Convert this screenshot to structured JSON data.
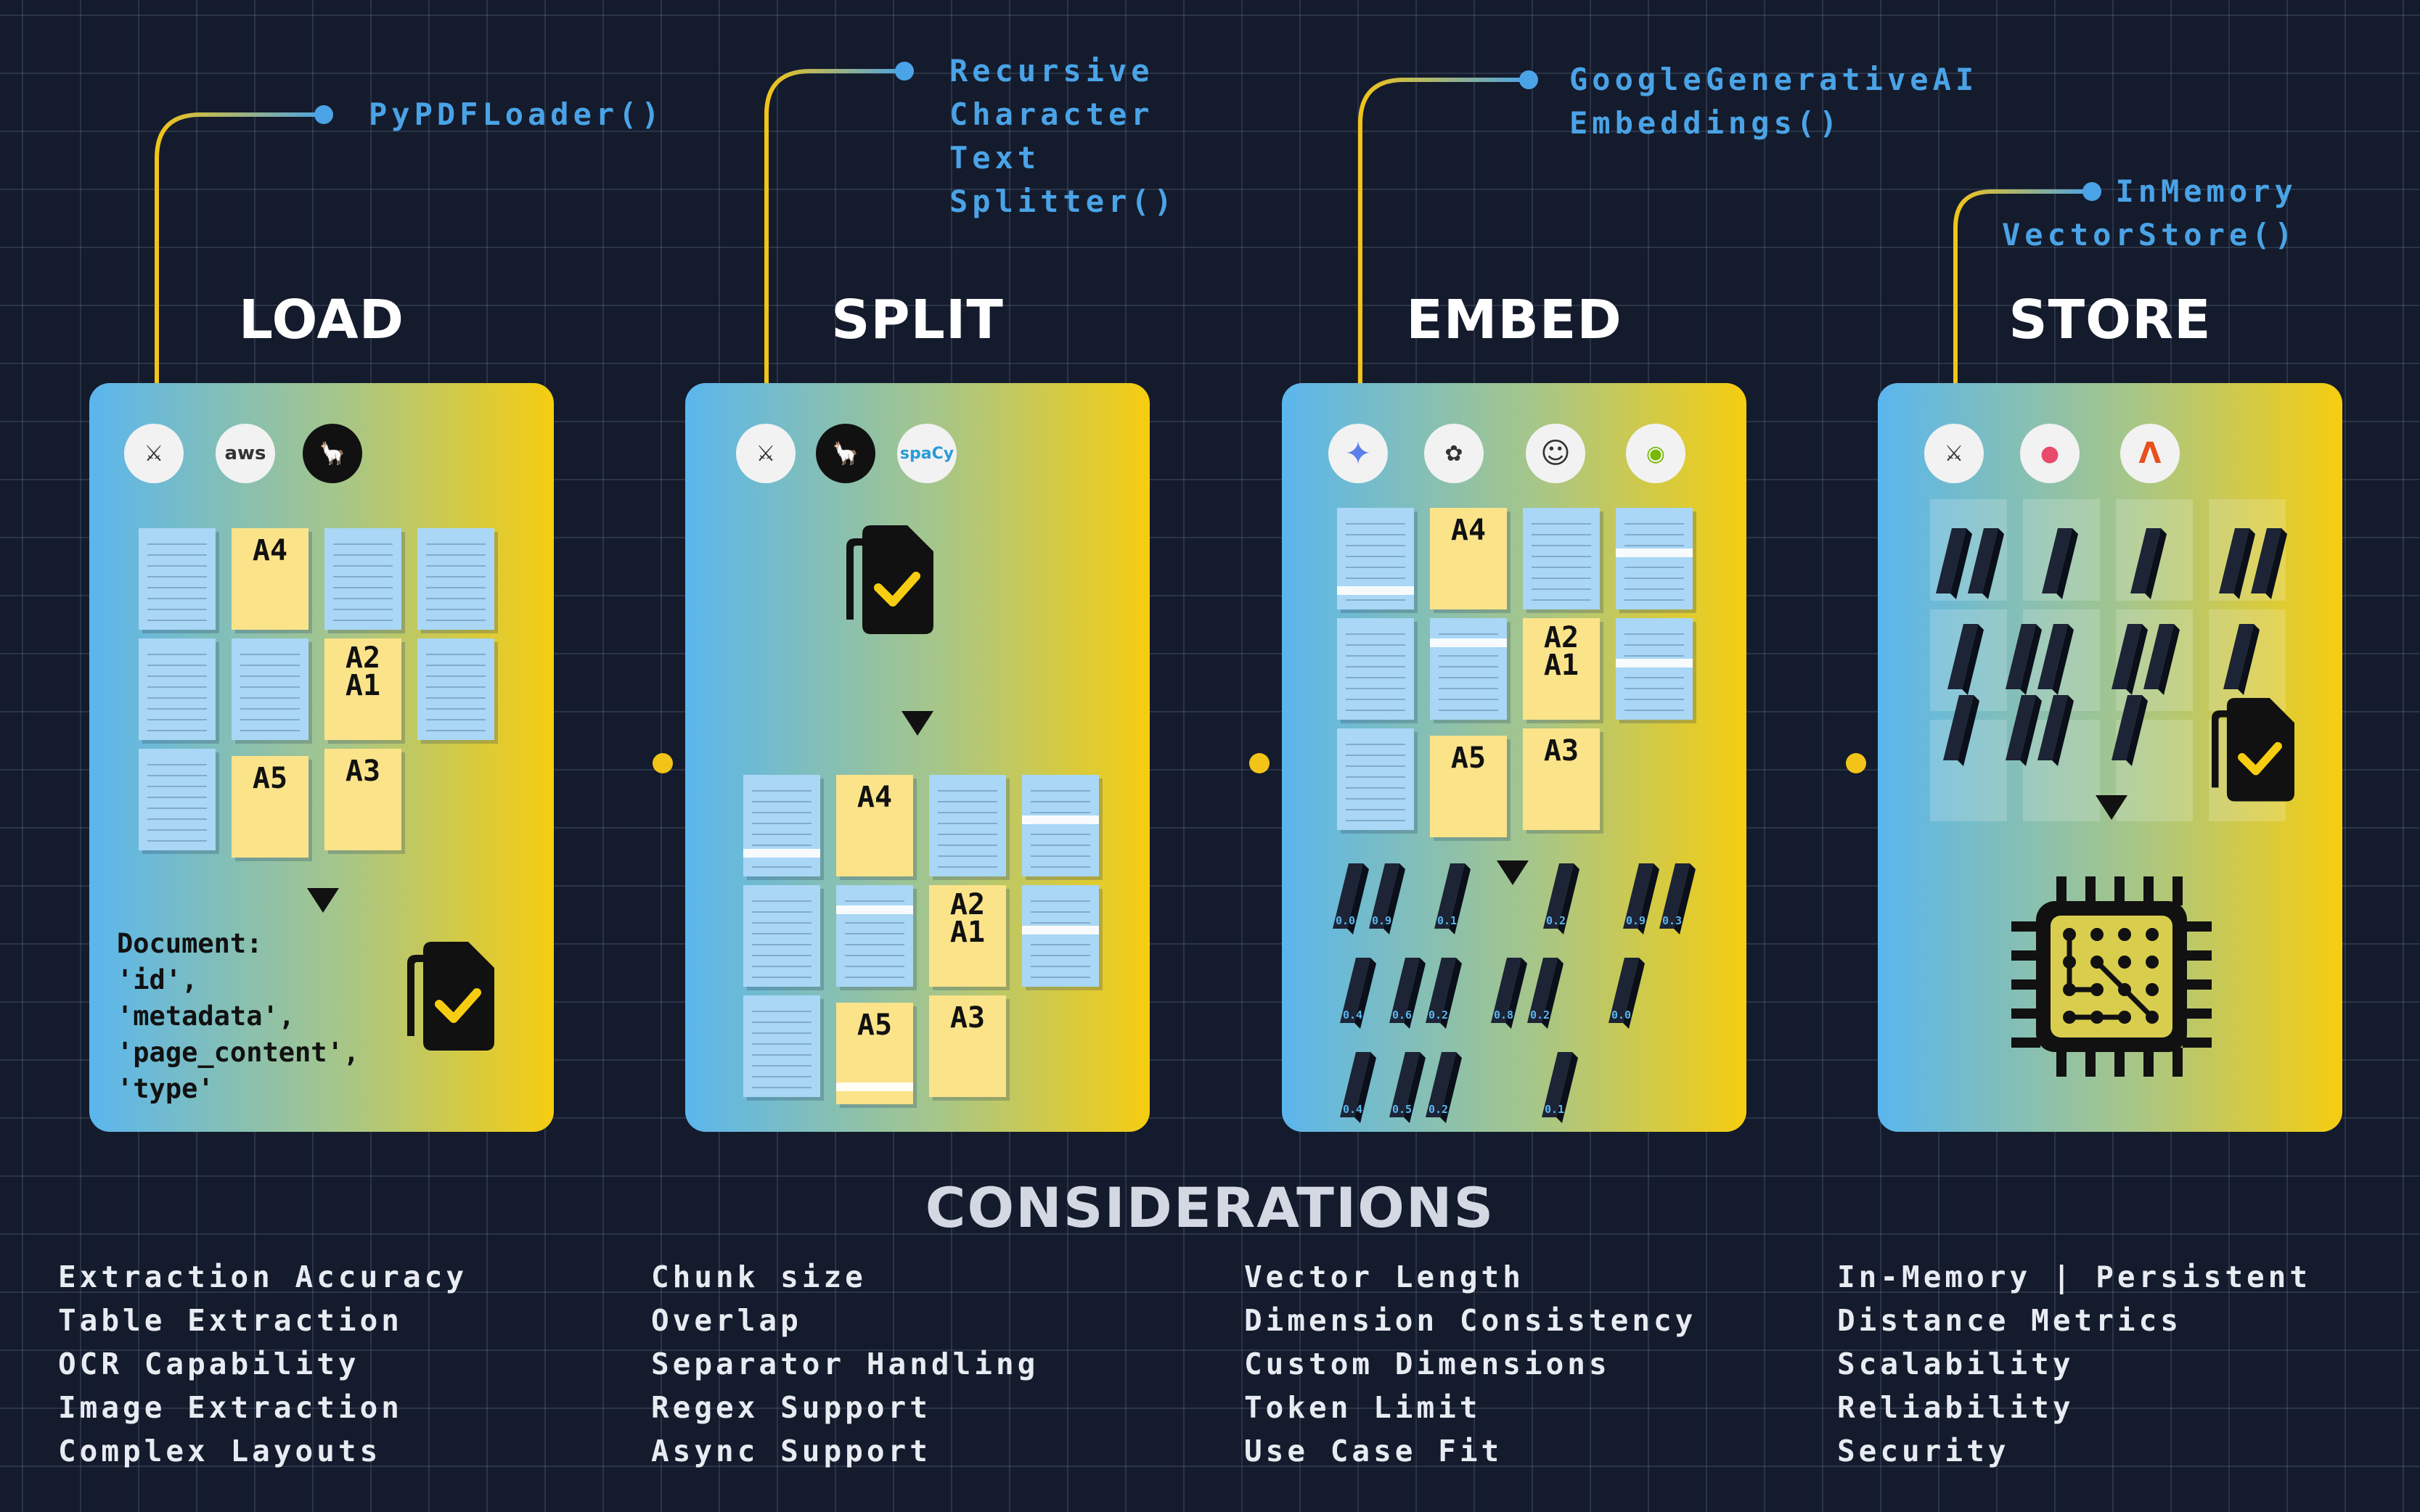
{
  "stages": [
    {
      "title": "LOAD",
      "api": "PyPDFLoader()",
      "logos": [
        {
          "icon": "langchain-icon"
        },
        {
          "icon": "aws-icon",
          "text": "aws"
        },
        {
          "icon": "llama-icon"
        }
      ]
    },
    {
      "title": "SPLIT",
      "api": "Recursive\nCharacter\nText\nSplitter()",
      "logos": [
        {
          "icon": "langchain-icon"
        },
        {
          "icon": "llama-icon"
        },
        {
          "icon": "spacy-icon",
          "text": "spaCy"
        }
      ]
    },
    {
      "title": "EMBED",
      "api": "GoogleGenerativeAI\nEmbeddings()",
      "logos": [
        {
          "icon": "gemini-icon"
        },
        {
          "icon": "openai-icon"
        },
        {
          "icon": "huggingface-icon"
        },
        {
          "icon": "nvidia-icon"
        }
      ]
    },
    {
      "title": "STORE",
      "api": "InMemory\nVectorStore()",
      "logos": [
        {
          "icon": "langchain-icon"
        },
        {
          "icon": "vector-db-icon"
        },
        {
          "icon": "anthropic-icon"
        }
      ]
    }
  ],
  "page_labels": [
    "A4",
    "A2",
    "A1",
    "A5",
    "A3"
  ],
  "document_label": "Document:\n'id',\n'metadata',\n'page_content',\n'type'",
  "vector_values": [
    "0.0",
    "0.9",
    "0.1",
    "0.2",
    "0.9",
    "0.3",
    "0.4",
    "0.6",
    "0.2",
    "0.8",
    "0.2",
    "0.0",
    "0.4",
    "0.5",
    "0.2",
    "0.1"
  ],
  "considerations": {
    "title": "CONSIDERATIONS",
    "columns": [
      [
        "Extraction Accuracy",
        "Table Extraction",
        "OCR Capability",
        "Image Extraction",
        "Complex Layouts"
      ],
      [
        "Chunk size",
        "Overlap",
        "Separator Handling",
        "Regex Support",
        "Async Support"
      ],
      [
        "Vector Length",
        "Dimension Consistency",
        "Custom Dimensions",
        "Token Limit",
        "Use Case Fit"
      ],
      [
        "In-Memory | Persistent",
        "Distance Metrics",
        "Scalability",
        "Reliability",
        "Security"
      ]
    ]
  },
  "colors": {
    "accent": "#4aa3e6",
    "connector": "#f2c417",
    "card_left": "#5ab6ee",
    "card_right": "#f6cd10",
    "background": "#141b2c"
  }
}
